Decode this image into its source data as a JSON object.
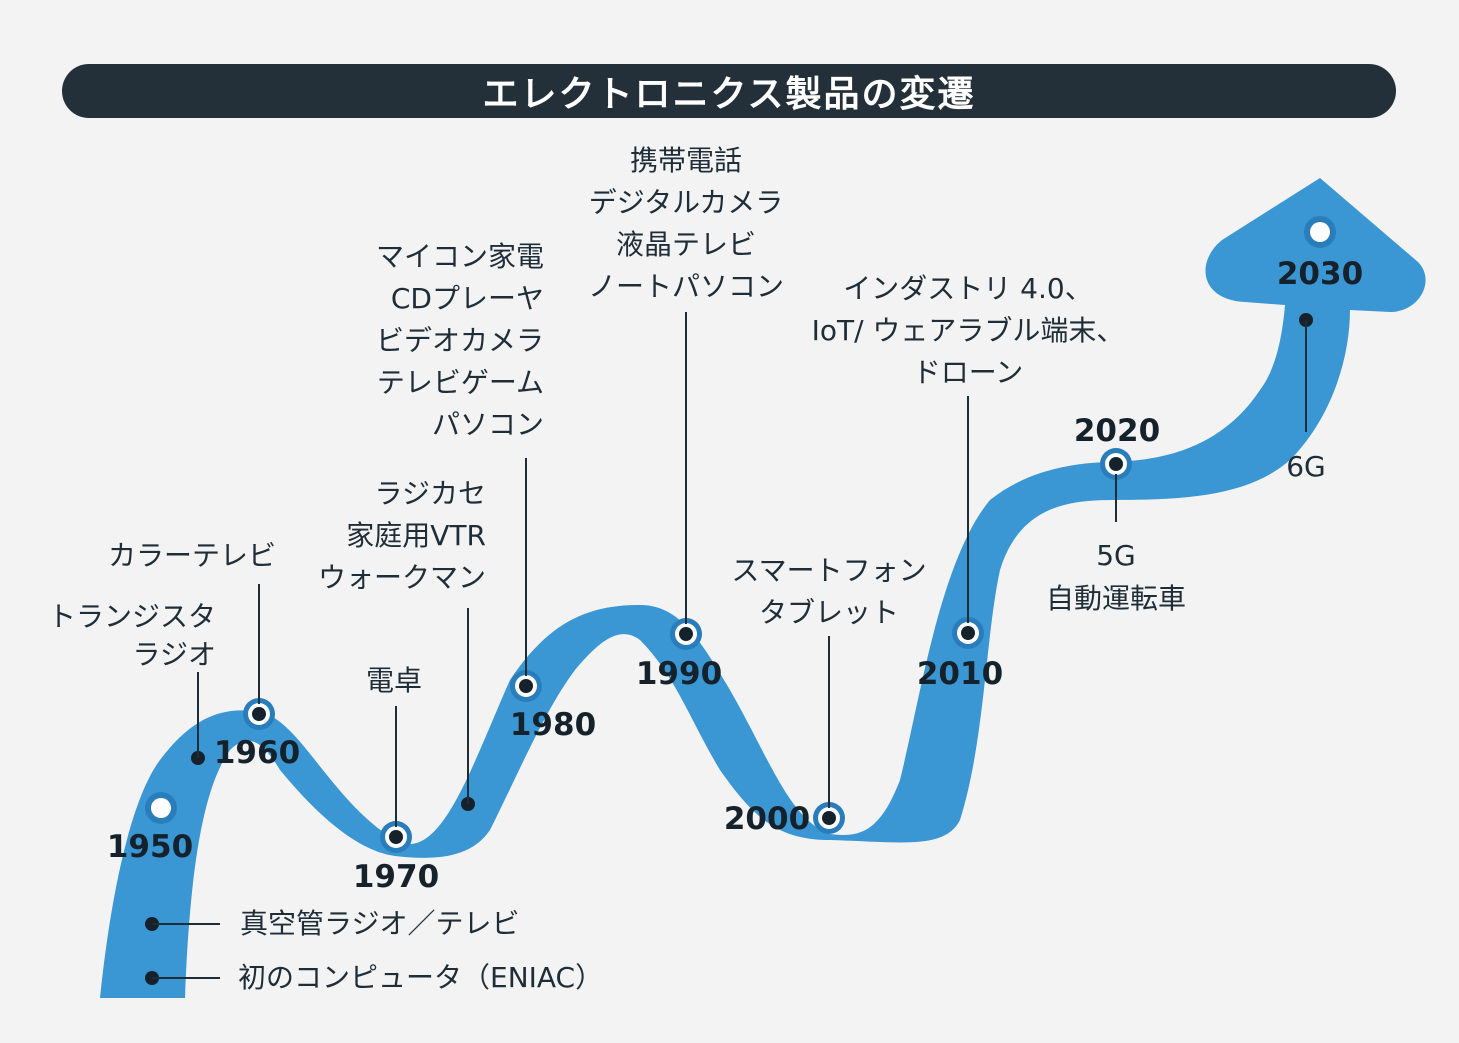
{
  "title": "エレクトロニクス製品の変遷",
  "colors": {
    "ribbon": "#3a97d4",
    "title_bar": "#243039",
    "text": "#1f2d38",
    "background": "#f2f3f2"
  },
  "years": [
    "1950",
    "1960",
    "1970",
    "1980",
    "1990",
    "2000",
    "2010",
    "2020",
    "2030"
  ],
  "products": {
    "bottom_1": "真空管ラジオ／テレビ",
    "bottom_2": "初のコンピュータ（ENIAC）",
    "transistor_radio": [
      "トランジスタ",
      "ラジオ"
    ],
    "color_tv": "カラーテレビ",
    "calculator": "電卓",
    "y1970s": [
      "ラジカセ",
      "家庭用VTR",
      "ウォークマン"
    ],
    "y1980s": [
      "マイコン家電",
      "CDプレーヤ",
      "ビデオカメラ",
      "テレビゲーム",
      "パソコン"
    ],
    "y1990s": [
      "携帯電話",
      "デジタルカメラ",
      "液晶テレビ",
      "ノートパソコン"
    ],
    "y2000s": [
      "スマートフォン",
      "タブレット"
    ],
    "y2010s": [
      "インダストリ 4.0、",
      "IoT/ ウェアラブル端末、",
      "ドローン"
    ],
    "y2020s": [
      "5G",
      "自動運転車"
    ],
    "y2030s": "6G"
  }
}
